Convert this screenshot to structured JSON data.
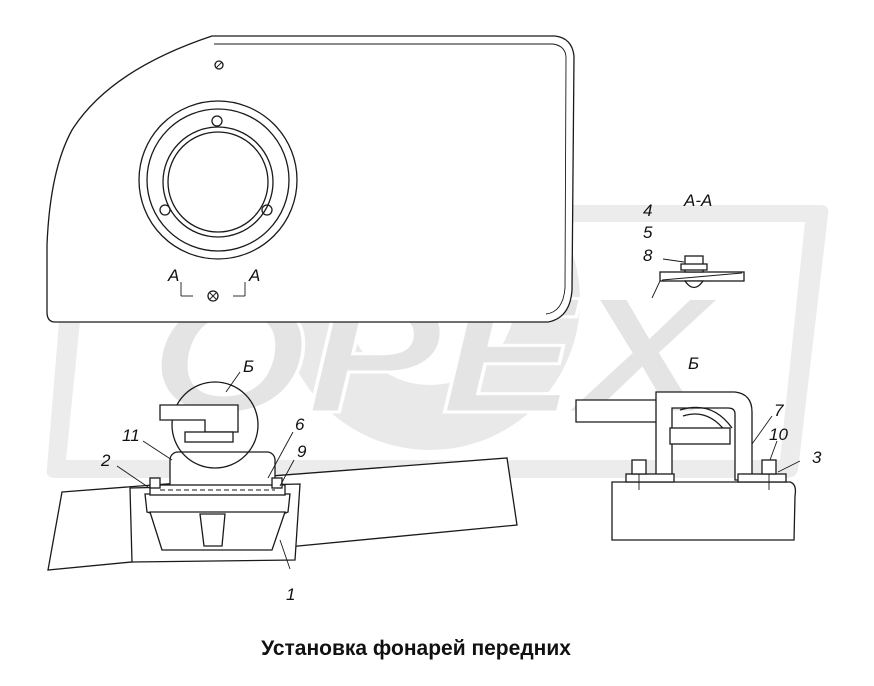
{
  "watermark": {
    "text": "OPEX",
    "color": "#e6e6e6"
  },
  "section_labels": {
    "section_aa_title": "А-А",
    "cut_mark_left": "А",
    "cut_mark_right": "А",
    "detail_b_mark": "Б",
    "detail_b_title": "Б"
  },
  "callouts": {
    "n1": "1",
    "n2": "2",
    "n3": "3",
    "n4": "4",
    "n5": "5",
    "n6": "6",
    "n7": "7",
    "n8": "8",
    "n9": "9",
    "n10": "10",
    "n11": "11"
  },
  "caption": "Установка фонарей передних"
}
